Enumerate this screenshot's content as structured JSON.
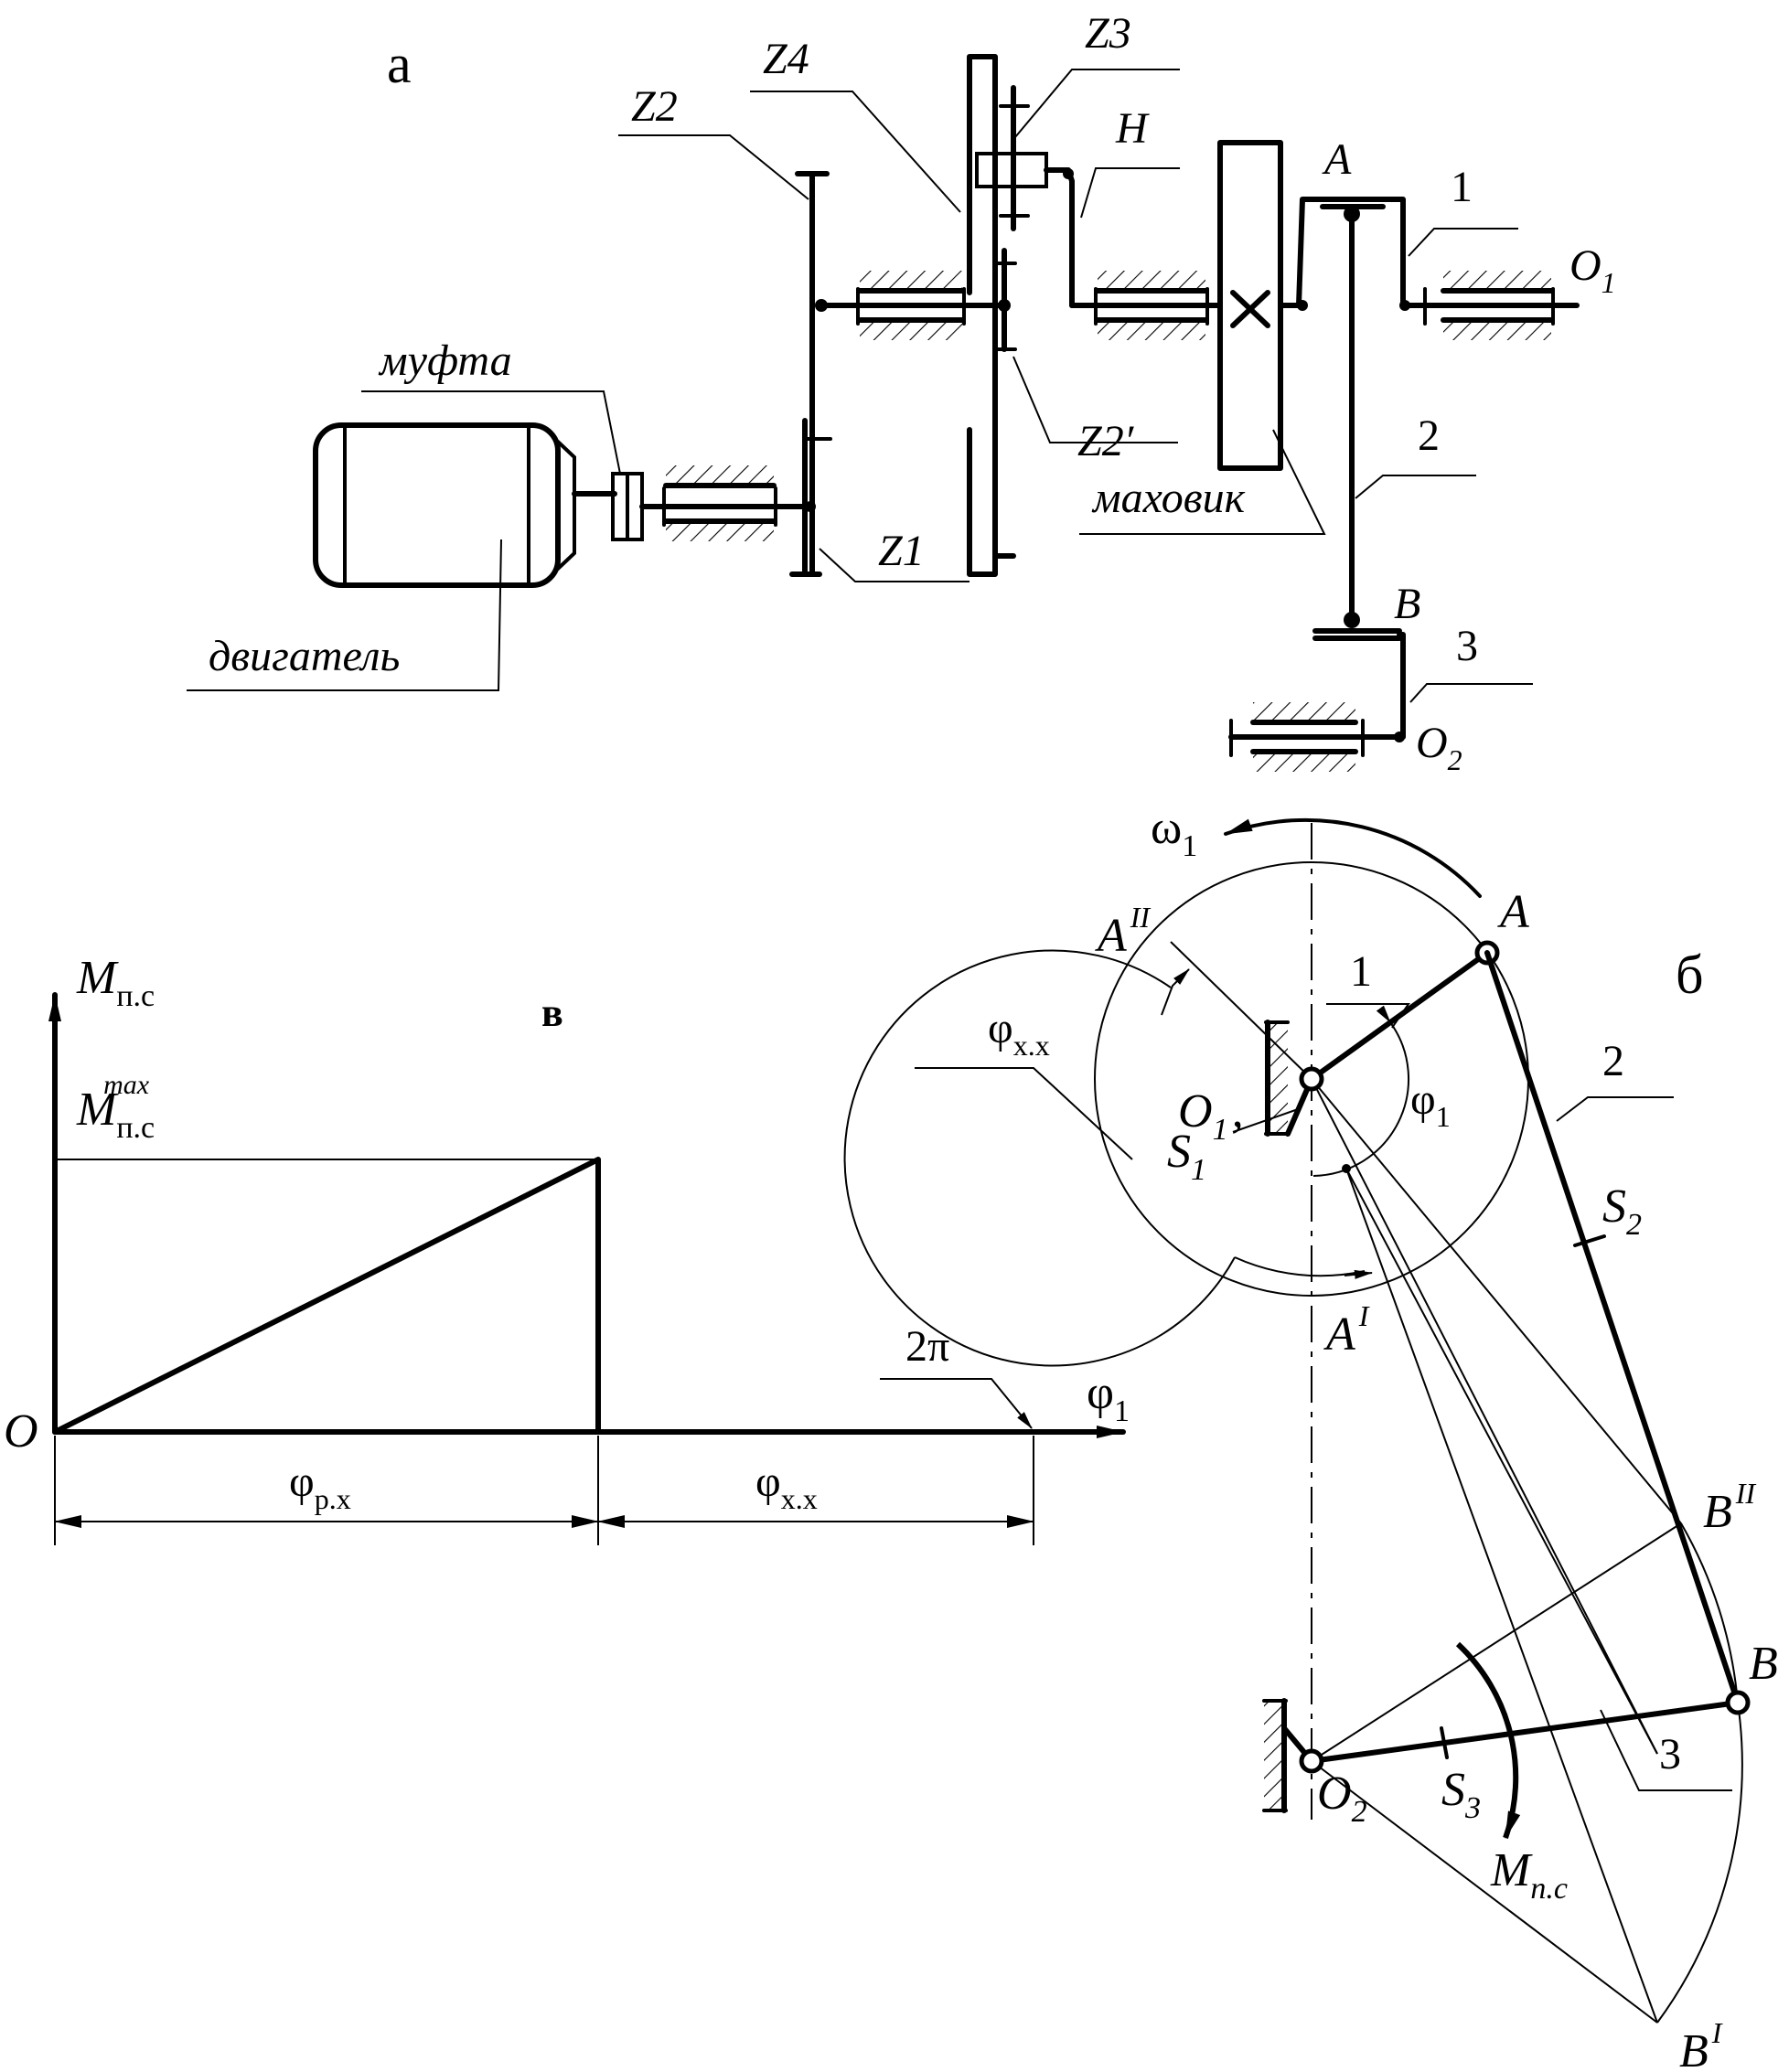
{
  "part_a": {
    "panel_label": "а",
    "gear_labels": {
      "z1": "Z1",
      "z2": "Z2",
      "z2p": "Z2′",
      "z3": "Z3",
      "z4": "Z4",
      "h": "H"
    },
    "motor": "двигатель",
    "coupling": "муфта",
    "flywheel": "маховик",
    "point_a": "A",
    "point_b": "B",
    "link_1": "1",
    "link_2": "2",
    "link_3": "3",
    "o1": {
      "main": "O",
      "sub": "1"
    },
    "o2": {
      "main": "O",
      "sub": "2"
    }
  },
  "part_b": {
    "panel_label": "б",
    "omega": {
      "main": "ω",
      "sub": "1"
    },
    "a": "A",
    "a2": {
      "main": "A",
      "sup": "II"
    },
    "a1": {
      "main": "A",
      "sup": "I"
    },
    "link_1": "1",
    "link_2": "2",
    "link_3": "3",
    "phi_xx": {
      "main": "φ",
      "sub": "х.х"
    },
    "o1": {
      "main": "O",
      "sub": "1",
      "sep": ","
    },
    "s1": {
      "main": "S",
      "sub": "1"
    },
    "phi1": {
      "main": "φ",
      "sub": "1"
    },
    "s2": {
      "main": "S",
      "sub": "2"
    },
    "b2": {
      "main": "B",
      "sup": "II"
    },
    "b": "B",
    "b1": {
      "main": "B",
      "sup": "I"
    },
    "o2": {
      "main": "O",
      "sub": "2"
    },
    "s3": {
      "main": "S",
      "sub": "3"
    },
    "m": {
      "main": "M",
      "sub": "п.с"
    }
  },
  "part_v": {
    "panel_label": "в",
    "y_axis": {
      "main": "M",
      "sub": "п.с"
    },
    "max": {
      "main": "M",
      "sub": "п.с",
      "sup": "max"
    },
    "origin": "O",
    "x_axis": {
      "main": "φ",
      "sub": "1"
    },
    "two_pi": "2π",
    "phi_rx": {
      "main": "φ",
      "sub": "р.х"
    },
    "phi_xx": {
      "main": "φ",
      "sub": "х.х"
    }
  },
  "chart_data": {
    "type": "area",
    "x": [
      0,
      "φр.х",
      "φр.х",
      "2π"
    ],
    "y": [
      0,
      "Mп.с max",
      0,
      0
    ]
  }
}
